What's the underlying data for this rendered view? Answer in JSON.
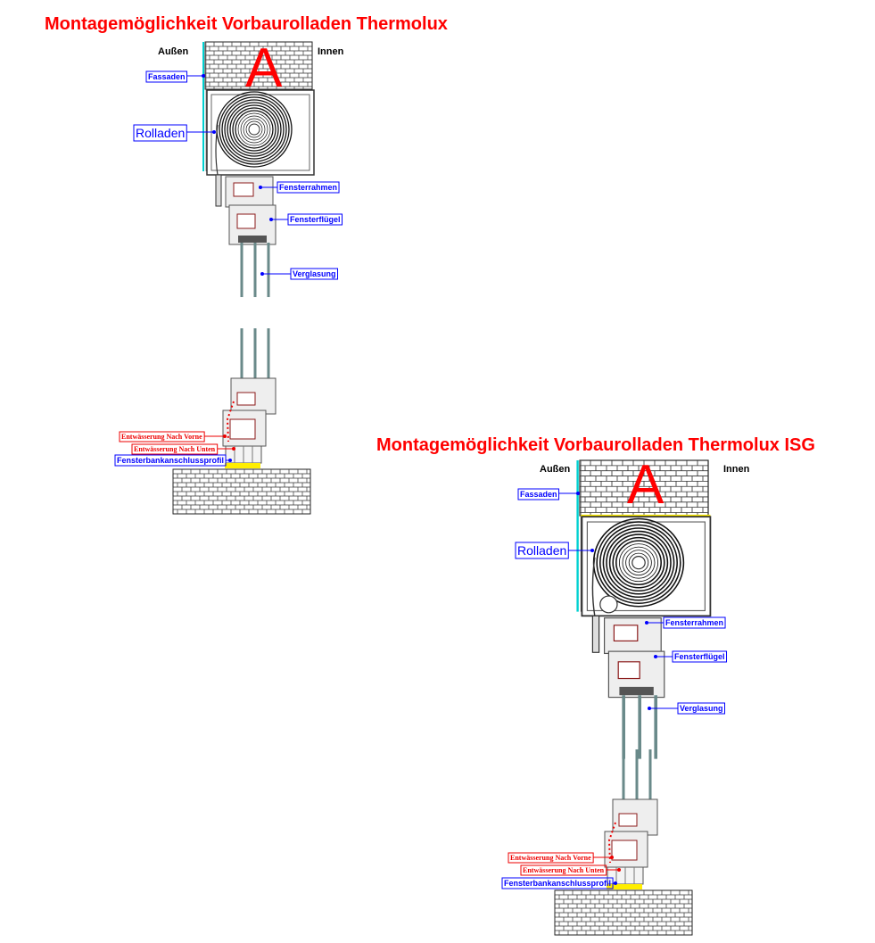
{
  "diagram1": {
    "title": "Montagemöglichkeit Vorbaurolladen Thermolux",
    "outside": "Außen",
    "inside": "Innen",
    "marker": "A",
    "labels": {
      "facade": "Fassaden",
      "shutter": "Rolladen",
      "frame": "Fensterrahmen",
      "sash": "Fensterflügel",
      "glazing": "Verglasung",
      "drain_front": "Entwässerung Nach Vorne",
      "drain_down": "Entwässerung Nach Unten",
      "sill_profile": "Fensterbankanschlussprofil"
    }
  },
  "diagram2": {
    "title": "Montagemöglichkeit Vorbaurolladen Thermolux ISG",
    "outside": "Außen",
    "inside": "Innen",
    "marker": "A",
    "labels": {
      "facade": "Fassaden",
      "shutter": "Rolladen",
      "frame": "Fensterrahmen",
      "sash": "Fensterflügel",
      "glazing": "Verglasung",
      "drain_front": "Entwässerung Nach Vorne",
      "drain_down": "Entwässerung Nach Unten",
      "sill_profile": "Fensterbankanschlussprofil"
    }
  },
  "colors": {
    "title": "#ff0000",
    "label": "#0000ff",
    "drain_label": "#ee0000",
    "facade_line": "#00d0d0",
    "sill_strip": "#ffee00"
  }
}
